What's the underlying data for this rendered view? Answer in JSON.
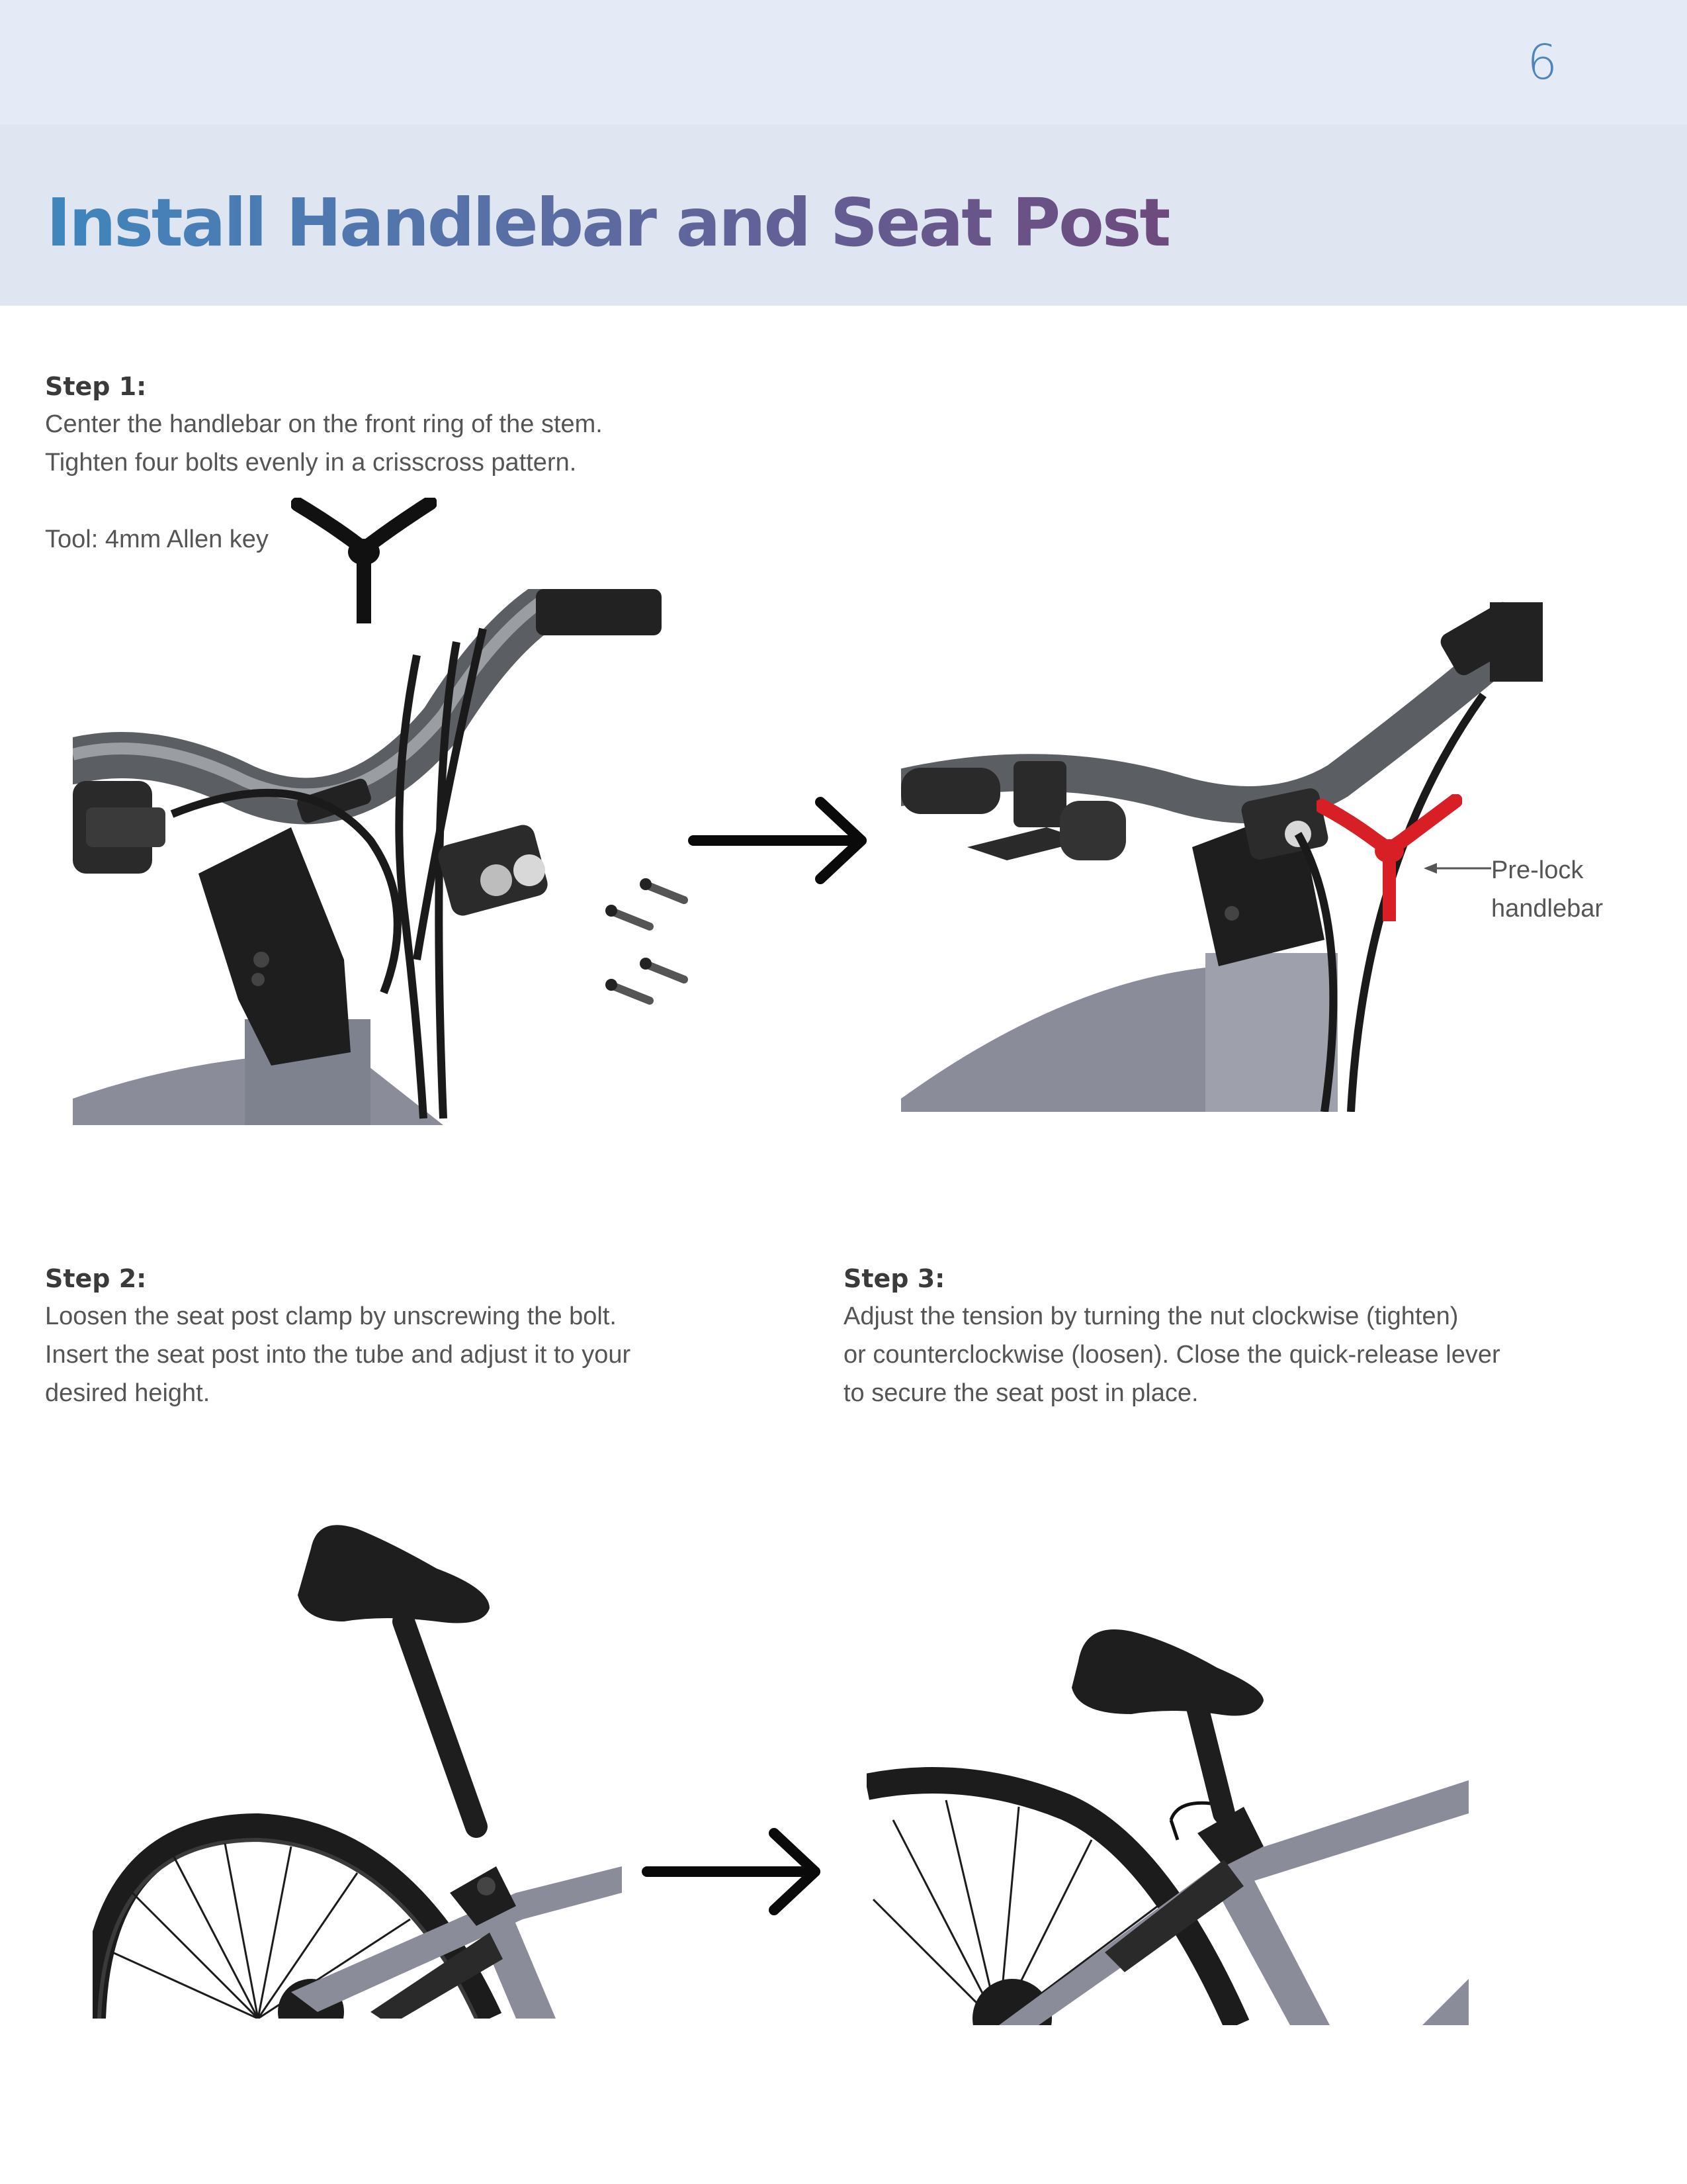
{
  "page": {
    "number": "6",
    "title": "Install Handlebar and Seat Post"
  },
  "step1": {
    "label": "Step 1:",
    "lines": [
      "Center the handlebar on the front ring of the stem.",
      "Tighten four bolts evenly in a crisscross pattern."
    ],
    "tool": "Tool: 4mm Allen key"
  },
  "step1_after": {
    "callout_lines": [
      "Pre-lock",
      "handlebar"
    ]
  },
  "step2": {
    "label": "Step 2:",
    "lines": [
      "Loosen the seat post clamp by unscrewing the bolt.",
      "Insert the seat post into the tube and adjust it to your",
      "desired height."
    ]
  },
  "step3": {
    "label": "Step 3:",
    "lines": [
      "Adjust the tension by turning the nut clockwise (tighten)",
      "or counterclockwise (loosen). Close the quick-release lever",
      "to secure the seat post in place."
    ]
  },
  "colors": {
    "title_gradient_start": "#3f86bd",
    "title_gradient_end": "#6e4a7e",
    "page_number": "#4f84bd",
    "highlight_tool": "#d81f26",
    "frame": "#8a8d99"
  },
  "icons": [
    "allen-key-icon",
    "arrow-right-icon",
    "bolt-icon",
    "seat-icon"
  ]
}
